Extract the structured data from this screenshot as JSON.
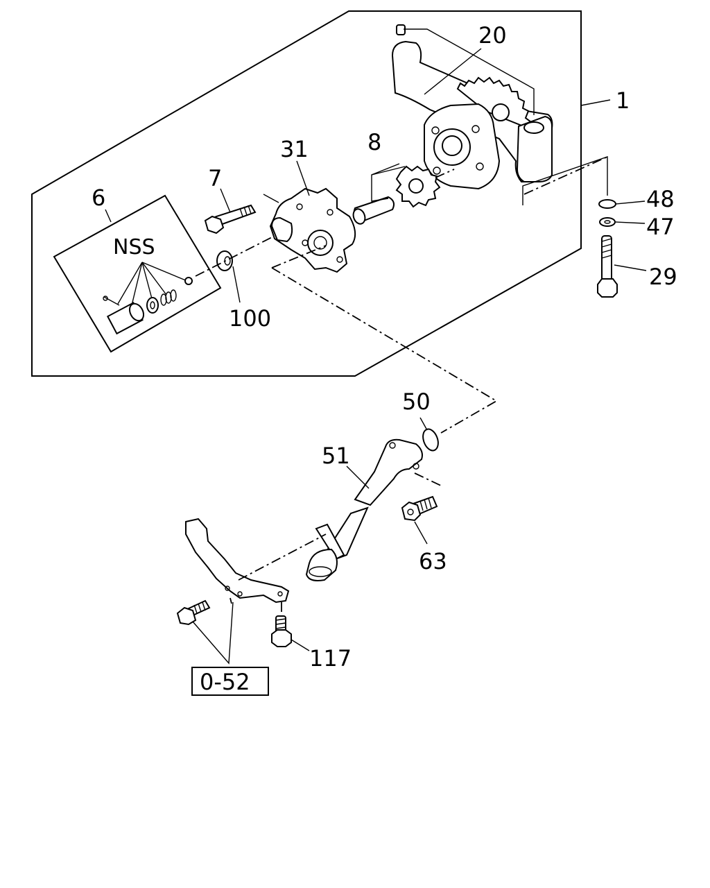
{
  "group_labels": {
    "nss": "NSS",
    "ref_box": "0-52"
  },
  "callouts": [
    {
      "id": "p1",
      "text": "1"
    },
    {
      "id": "p6",
      "text": "6"
    },
    {
      "id": "p7",
      "text": "7"
    },
    {
      "id": "p8",
      "text": "8"
    },
    {
      "id": "p20",
      "text": "20"
    },
    {
      "id": "p29",
      "text": "29"
    },
    {
      "id": "p31",
      "text": "31"
    },
    {
      "id": "p47",
      "text": "47"
    },
    {
      "id": "p48",
      "text": "48"
    },
    {
      "id": "p50",
      "text": "50"
    },
    {
      "id": "p51",
      "text": "51"
    },
    {
      "id": "p63",
      "text": "63"
    },
    {
      "id": "p100",
      "text": "100"
    },
    {
      "id": "p117",
      "text": "117"
    }
  ]
}
